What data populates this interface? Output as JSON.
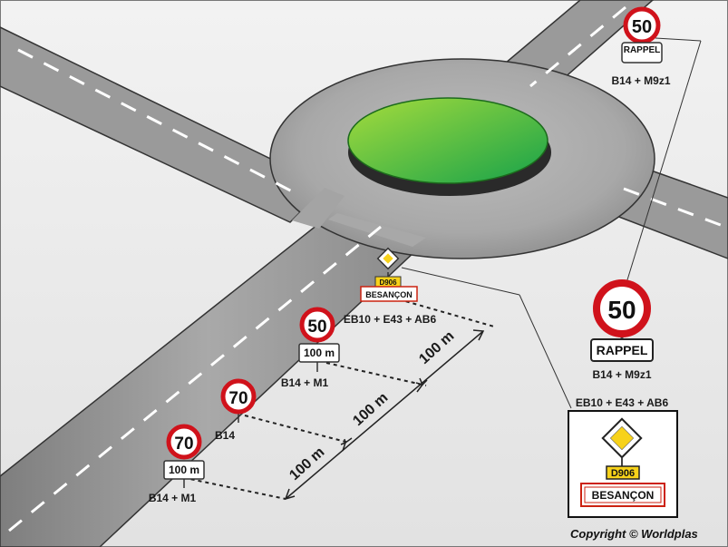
{
  "figure": {
    "signs": {
      "roundabout_top": {
        "speed": "50",
        "plate": "RAPPEL",
        "code": "B14 + M9z1"
      },
      "enlarged_rappel": {
        "speed": "50",
        "plate": "RAPPEL",
        "code": "B14 + M9z1"
      },
      "entry_50": {
        "speed": "50",
        "plate": "100 m",
        "code": "B14 + M1"
      },
      "mid_70": {
        "speed": "70",
        "code": "B14"
      },
      "far_70": {
        "speed": "70",
        "plate": "100 m",
        "code": "B14 + M1"
      },
      "city_entry": {
        "road": "D906",
        "town": "BESANÇON",
        "code": "EB10 + E43 + AB6"
      },
      "enlarged_city": {
        "road": "D906",
        "town": "BESANÇON",
        "code": "EB10 + E43 + AB6"
      }
    },
    "distances": [
      "100 m",
      "100 m",
      "100 m"
    ],
    "copyright": "Copyright © Worldplas",
    "colors": {
      "road": "#8f8f8f",
      "ground": "#e6e6e6",
      "island": "#3fb53f",
      "sign_red": "#d0121b",
      "diamond_yellow": "#f7d21a"
    }
  }
}
